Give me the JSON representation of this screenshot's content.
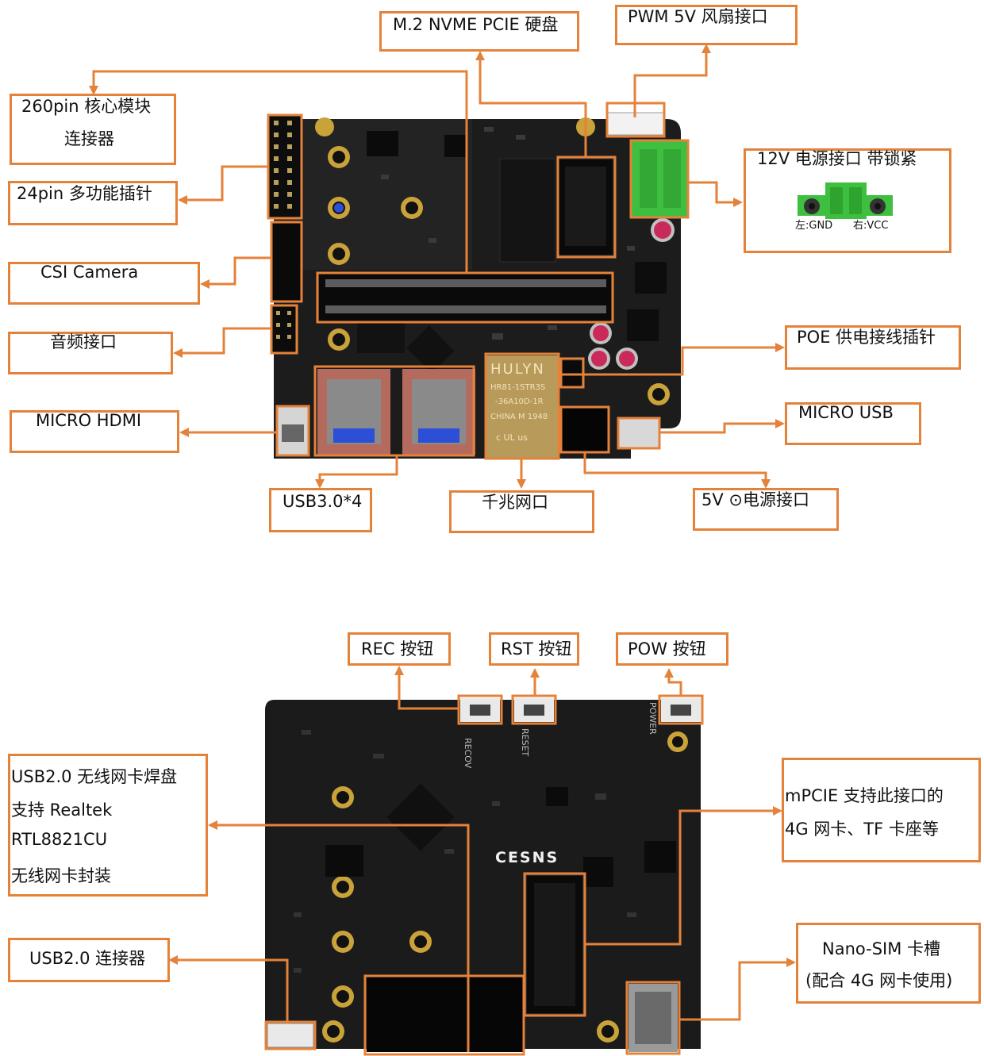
{
  "top_board": {
    "labels": {
      "m2_nvme": "M.2 NVME PCIE 硬盘",
      "pwm_fan": "PWM 5V 风扇接口",
      "pin260_line1": "260pin  核心模块",
      "pin260_line2": "连接器",
      "pin24": "24pin  多功能插针",
      "csi_camera": "CSI Camera",
      "audio": "音频接口",
      "micro_hdmi": "MICRO HDMI",
      "power_12v": "12V 电源接口  带锁紧",
      "gnd": "左:GND",
      "vcc": "右:VCC",
      "poe": "POE 供电接线插针",
      "micro_usb": "MICRO USB",
      "usb30": "USB3.0*4",
      "gigabit": "千兆网口",
      "power_5v": "5V  ⊙电源接口"
    },
    "ethernet_jack_text": [
      "HULYN",
      "HR81-1STR3S",
      "-36A10D-1R",
      "CHINA  M 1948",
      "c UL us"
    ]
  },
  "bottom_board": {
    "labels": {
      "rec": "REC 按钮",
      "rst": "RST 按钮",
      "pow": "POW 按钮",
      "wifi_line1": "USB2.0 无线网卡焊盘",
      "wifi_line2": "支持 Realtek",
      "wifi_line3": "RTL8821CU",
      "wifi_line4": "无线网卡封装",
      "mpcie_line1": "mPCIE 支持此接口的",
      "mpcie_line2": "4G 网卡、TF 卡座等",
      "usb20": "USB2.0 连接器",
      "nanosim_line1": "Nano-SIM 卡槽",
      "nanosim_line2": "(配合 4G 网卡使用)"
    },
    "silkscreen": {
      "brand": "CESNS",
      "recovery": "RECOV",
      "reset": "RESET",
      "power": "POWER"
    }
  },
  "colors": {
    "accent": "#e4823a",
    "pcb": "#1b1b1b",
    "pcb_dark": "#0e0e0e",
    "connector_green": "#3fbf3f",
    "gold": "#c9a23a",
    "usb_blue": "#2b4fd6"
  }
}
